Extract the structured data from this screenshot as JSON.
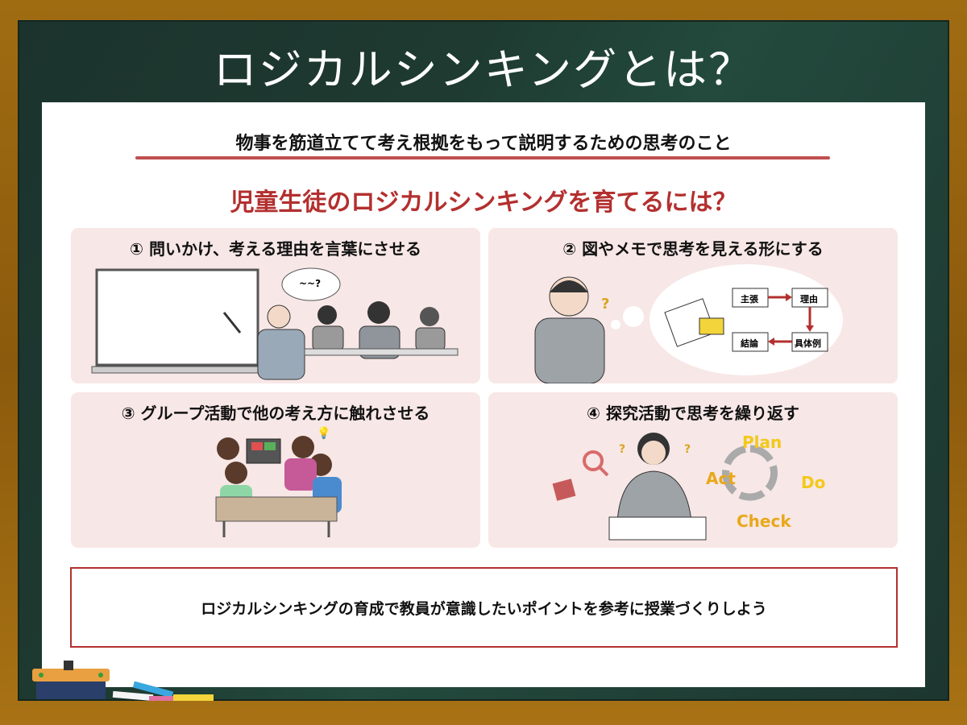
{
  "title": "ロジカルシンキングとは？",
  "definition": "物事を筋道立てて考え根拠をもって説明するための思考のこと",
  "heading": "児童生徒のロジカルシンキングを育てるには？",
  "cards": [
    {
      "label": "① 問いかけ、考える理由を言葉にさせる",
      "bubble": "~~?"
    },
    {
      "label": "② 図やメモで思考を見える形にする",
      "flow": [
        "主張",
        "理由",
        "具体例",
        "結論"
      ]
    },
    {
      "label": "③ グループ活動で他の考え方に触れさせる"
    },
    {
      "label": "④ 探究活動で思考を繰り返す",
      "pdca": [
        "Plan",
        "Do",
        "Check",
        "Act"
      ]
    }
  ],
  "summary": "ロジカルシンキングの育成で教員が意識したいポイントを参考に授業づくりしよう",
  "colors": {
    "accent": "#b3302f",
    "card": "#f7e7e6",
    "board": "#1e3a31",
    "pdca": "#e8a81a"
  }
}
